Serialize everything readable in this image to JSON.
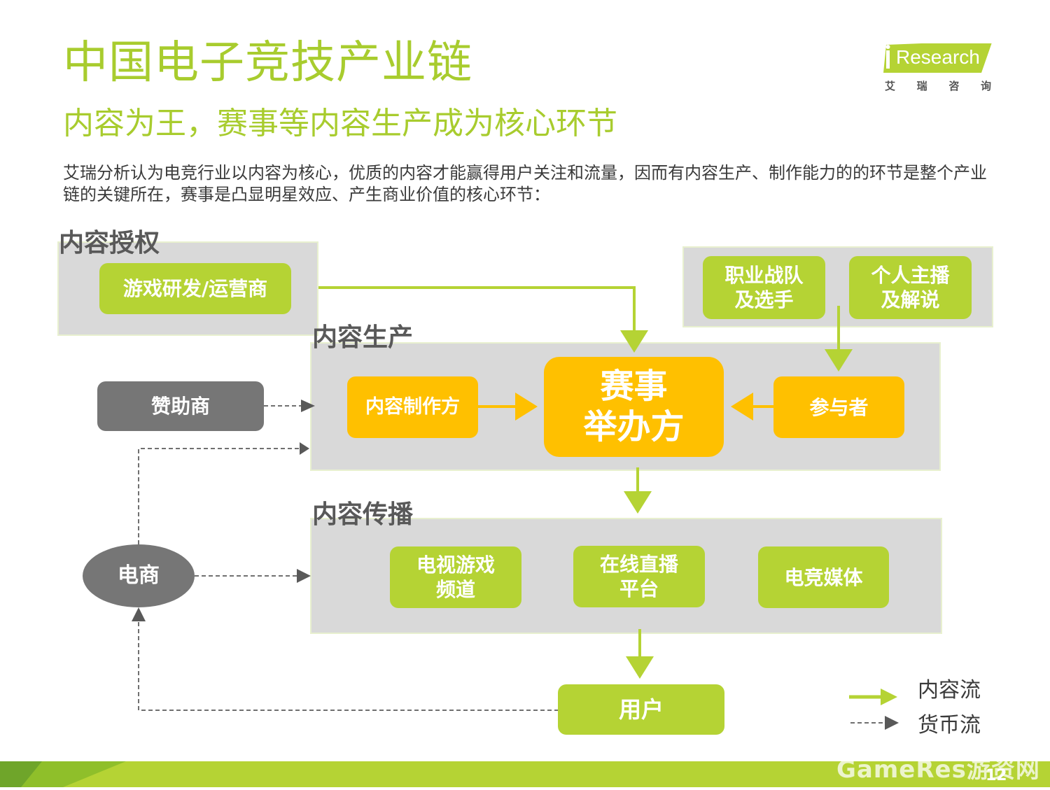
{
  "header": {
    "title": "中国电子竞技产业链",
    "subtitle": "内容为王，赛事等内容生产成为核心环节",
    "description": "艾瑞分析认为电竞行业以内容为核心，优质的内容才能赢得用户关注和流量，因而有内容生产、制作能力的的环节是整个产业链的关键所在，赛事是凸显明星效应、产生商业价值的核心环节："
  },
  "logo": {
    "text": "iResearch",
    "sub_chars": [
      "艾",
      "瑞",
      "咨",
      "询"
    ]
  },
  "sections": {
    "licensing": "内容授权",
    "production": "内容生产",
    "distribution": "内容传播"
  },
  "nodes": {
    "game_dev": "游戏研发/运营商",
    "team_line1": "职业战队",
    "team_line2": "及选手",
    "streamer_line1": "个人主播",
    "streamer_line2": "及解说",
    "sponsor": "赞助商",
    "content_maker": "内容制作方",
    "event_line1": "赛事",
    "event_line2": "举办方",
    "participants": "参与者",
    "ecommerce": "电商",
    "tv_line1": "电视游戏",
    "tv_line2": "频道",
    "live_line1": "在线直播",
    "live_line2": "平台",
    "esports_media": "电竞媒体",
    "users": "用户"
  },
  "legend": {
    "content_flow": "内容流",
    "money_flow": "货币流"
  },
  "colors": {
    "accent_green": "#b5d334",
    "accent_orange": "#ffc000",
    "node_gray": "#767676",
    "panel_gray": "#d9d9d9"
  },
  "footer": {
    "page_number": "12",
    "watermark": "GameRes游资网"
  }
}
